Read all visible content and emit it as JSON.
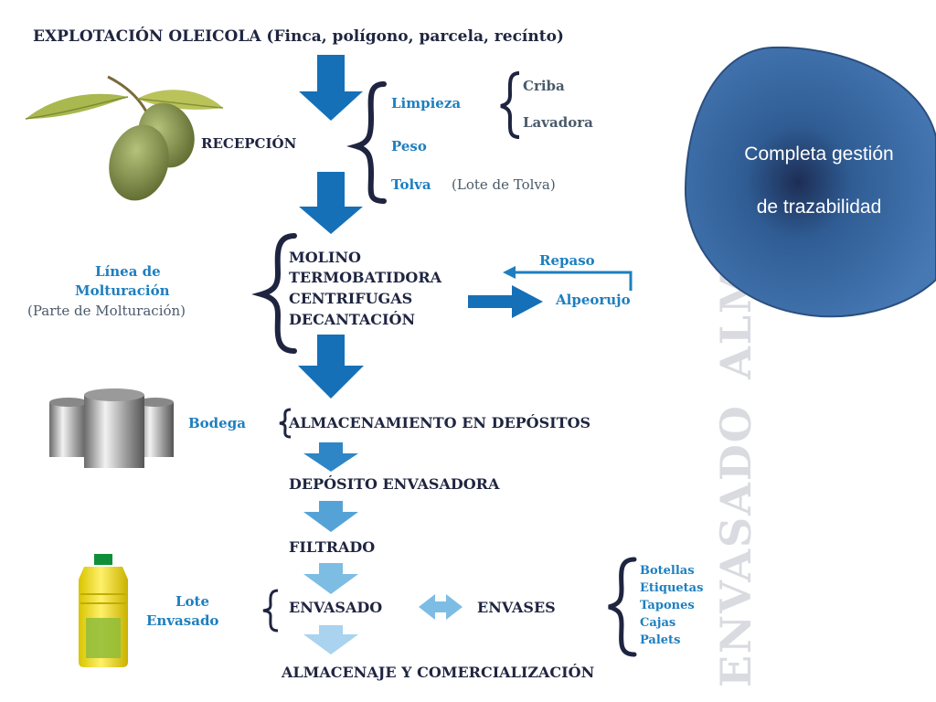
{
  "header": "EXPLOTACIÓN OLEICOLA (Finca, polígono, parcela, recínto)",
  "watermark": {
    "left": "ENVASADO",
    "right": "ALMAZARA"
  },
  "recepcion": {
    "label": "RECEPCIÓN",
    "limpieza": "Limpieza",
    "limpieza_items": [
      "Criba",
      "Lavadora"
    ],
    "peso": "Peso",
    "tolva": "Tolva",
    "tolva_note": "(Lote de Tolva)"
  },
  "molturacion": {
    "title_1": "Línea de",
    "title_2": "Molturación",
    "note": "(Parte de Molturación)",
    "steps": [
      "MOLINO",
      "TERMOBATIDORA",
      "CENTRIFUGAS",
      "DECANTACIÓN"
    ],
    "repaso": "Repaso",
    "alpeorujo": "Alpeorujo"
  },
  "bodega": {
    "label": "Bodega",
    "text": "ALMACENAMIENTO EN DEPÓSITOS"
  },
  "deposito": "DEPÓSITO ENVASADORA",
  "filtrado": "FILTRADO",
  "envasado": {
    "lote_1": "Lote",
    "lote_2": "Envasado",
    "label": "ENVASADO",
    "envases": "ENVASES",
    "envases_items": [
      "Botellas",
      "Etiquetas",
      "Tapones",
      "Cajas",
      "Palets"
    ]
  },
  "final": "ALMACENAJE Y COMERCIALIZACIÓN",
  "bubble": {
    "line_1": "Completa gestión",
    "line_2": "de trazabilidad"
  },
  "colors": {
    "dark": "#1f2540",
    "blue": "#1e7fbf",
    "bubble": "#3f6ea6"
  },
  "icons": [
    "olive-branch-icon",
    "steel-tanks-icon",
    "oil-bottle-icon"
  ]
}
